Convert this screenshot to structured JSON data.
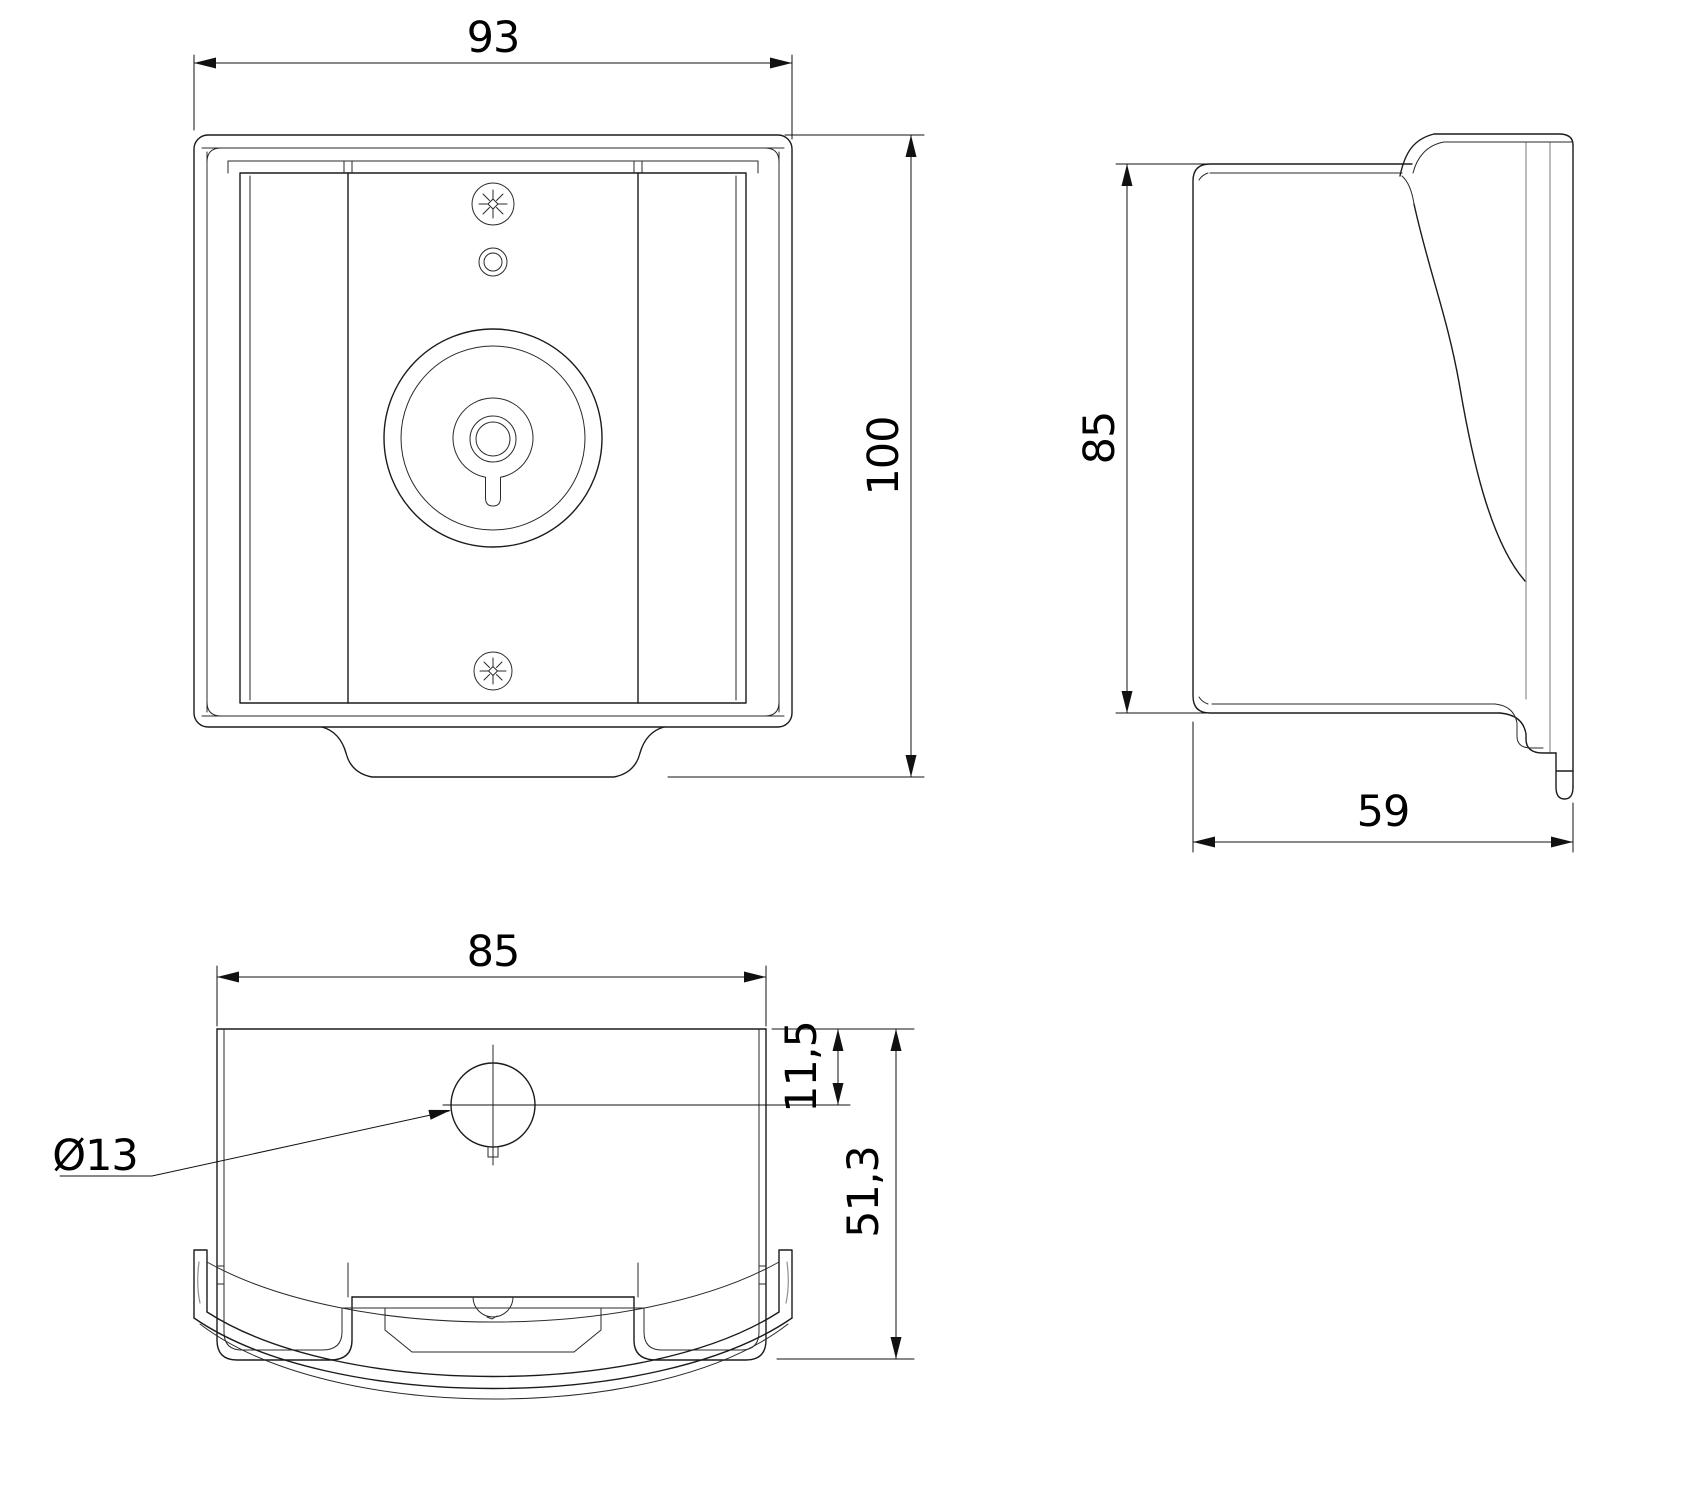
{
  "drawing": {
    "colors": {
      "background": "#ffffff",
      "line": "#1b1b1b",
      "hidden_line": "#8f8f8f",
      "dimension_text": "#000000"
    },
    "dimensions": {
      "front_width": "93",
      "front_height": "100",
      "side_height": "85",
      "side_depth": "59",
      "bottom_width": "85",
      "hole_offset": "11,5",
      "bottom_depth": "51,3",
      "hole_diameter": "Ø13"
    }
  }
}
